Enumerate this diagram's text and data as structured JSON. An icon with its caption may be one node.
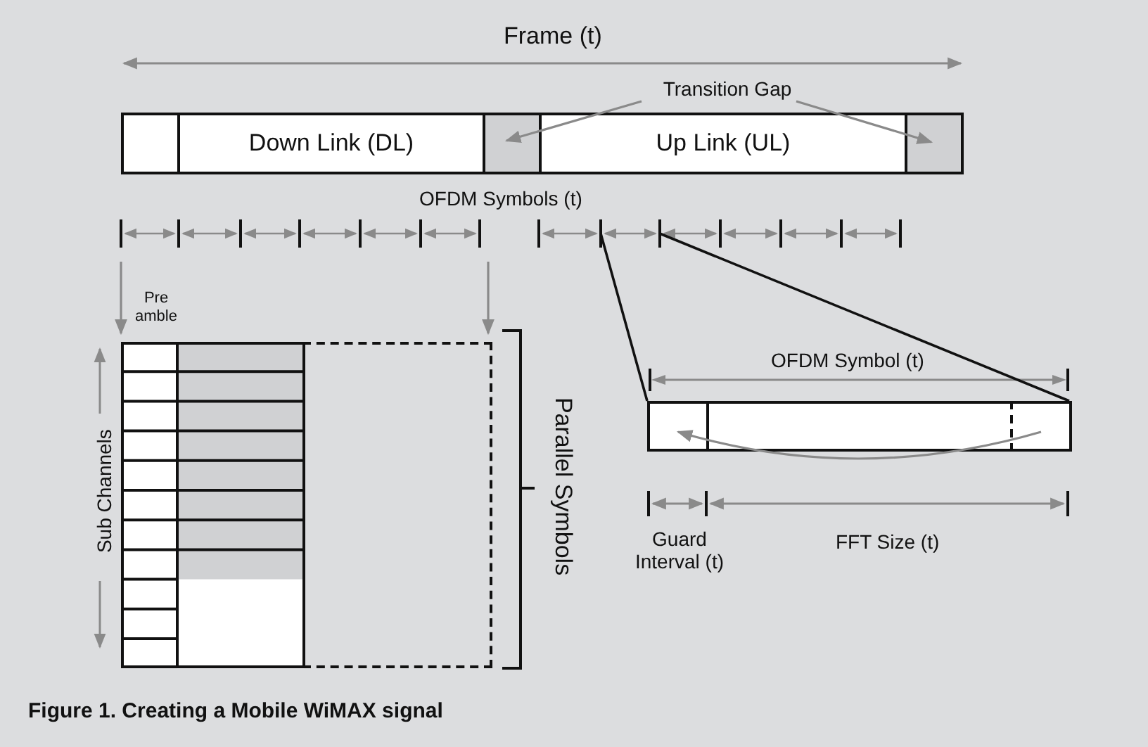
{
  "diagram": {
    "caption": "Figure 1. Creating a Mobile WiMAX signal",
    "nodes": [
      {
        "text": [
          "Transition Gap"
        ]
      },
      {
        "text": [],
        "shape": "box"
      },
      {
        "text": [
          "Down Link (DL)"
        ]
      },
      {
        "text": [],
        "shape": "box"
      },
      {
        "text": [
          "Up Link (UL)"
        ]
      },
      {
        "text": [],
        "shape": "box"
      },
      {
        "text": [],
        "shape": "box",
        "beside": [
          "Sub Channels"
        ]
      },
      {
        "text": [],
        "shape": "box"
      },
      {
        "text": [],
        "shape": "box",
        "in": 7
      },
      {
        "text": [],
        "shape": "box",
        "in": 7
      }
    ],
    "edges": [
      {
        "from": 0,
        "to": 3,
        "arrow": "to"
      },
      {
        "from": 0,
        "to": 5,
        "arrow": "to"
      },
      {
        "from": null,
        "to": 6,
        "arrow": "to"
      },
      {
        "from": null,
        "to": 6,
        "arrow": "to"
      },
      {
        "from": 9,
        "to": 8,
        "arrow": "to"
      },
      {
        "from": null,
        "to": 7,
        "arrow": "none",
        "color": "#111111"
      },
      {
        "from": null,
        "to": 7,
        "arrow": "none",
        "color": "#111111"
      }
    ],
    "labels": [
      "Frame (t)",
      "OFDM Symbols (t)",
      "Pre amble",
      "Parallel Symbols",
      "OFDM Symbol (t)",
      "Guard Interval (t)",
      "FFT Size (t)"
    ]
  }
}
